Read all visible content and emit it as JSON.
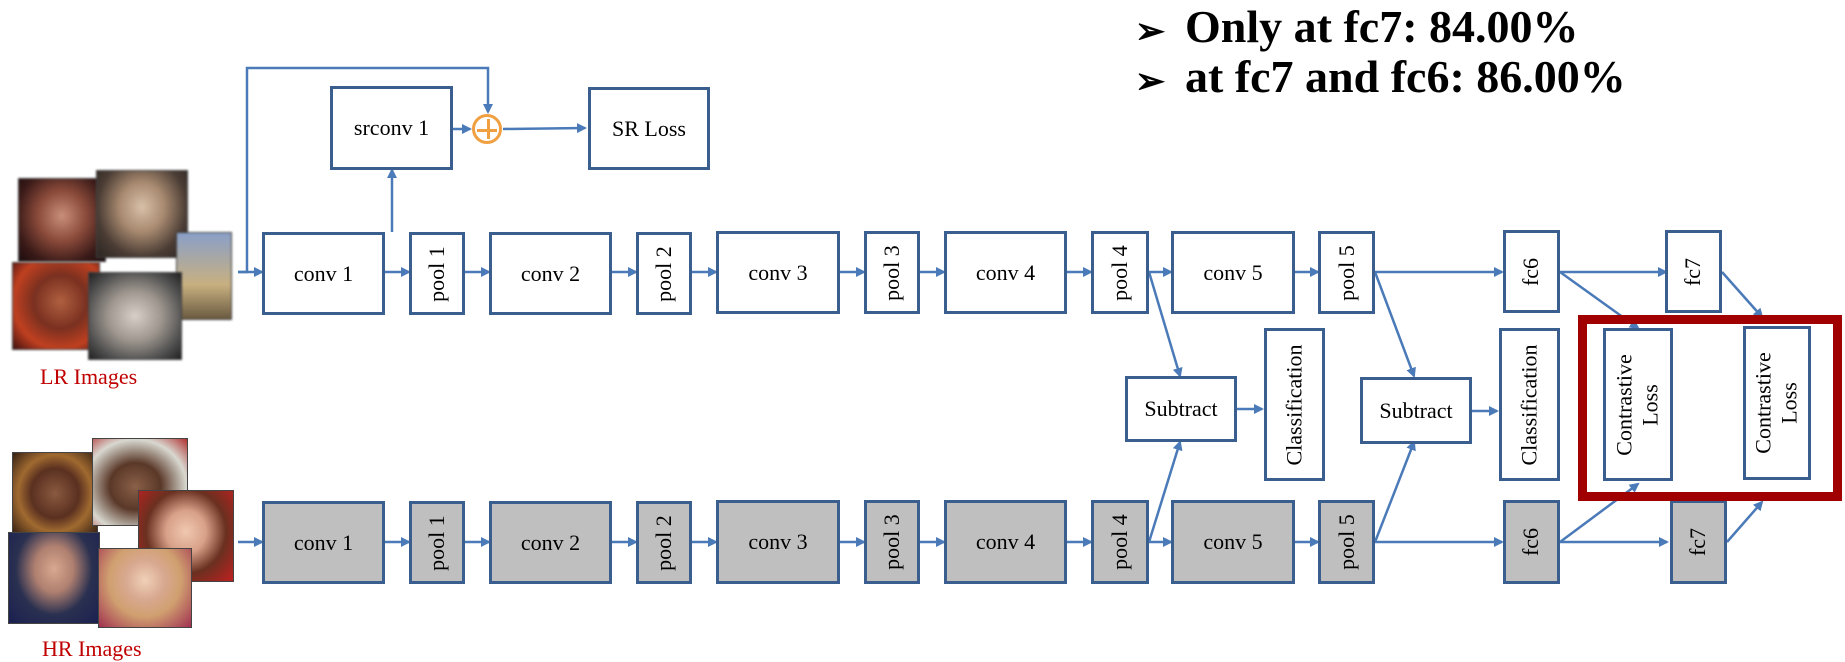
{
  "headline": {
    "bullet_glyph": "➢",
    "line1": "Only at fc7: 84.00%",
    "line2": "at fc7 and fc6: 86.00%"
  },
  "captions": {
    "lr": "LR Images",
    "hr": "HR Images"
  },
  "sr_branch": {
    "srconv": "srconv 1",
    "sr_loss": "SR Loss"
  },
  "lr_stream": [
    "conv 1",
    "pool 1",
    "conv 2",
    "pool 2",
    "conv 3",
    "pool 3",
    "conv 4",
    "pool 4",
    "conv 5",
    "pool 5",
    "fc6",
    "fc7"
  ],
  "hr_stream": [
    "conv 1",
    "pool 1",
    "conv 2",
    "pool 2",
    "conv 3",
    "pool 3",
    "conv 4",
    "pool 4",
    "conv 5",
    "pool 5",
    "fc6",
    "fc7"
  ],
  "middle": {
    "subtract_1": "Subtract",
    "classification_1": "Classification",
    "subtract_2": "Subtract",
    "classification_2": "Classification",
    "contrastive_1_line1": "Contrastive",
    "contrastive_1_line2": "Loss",
    "contrastive_2_line1": "Contrastive",
    "contrastive_2_line2": "Loss"
  },
  "colors": {
    "arrow": "#4a7ab8",
    "box_border": "#3a5f8f",
    "hr_fill": "#bfbfbf",
    "highlight_frame": "#a00000",
    "caption": "#c00000",
    "sum_node": "#f0a040"
  }
}
